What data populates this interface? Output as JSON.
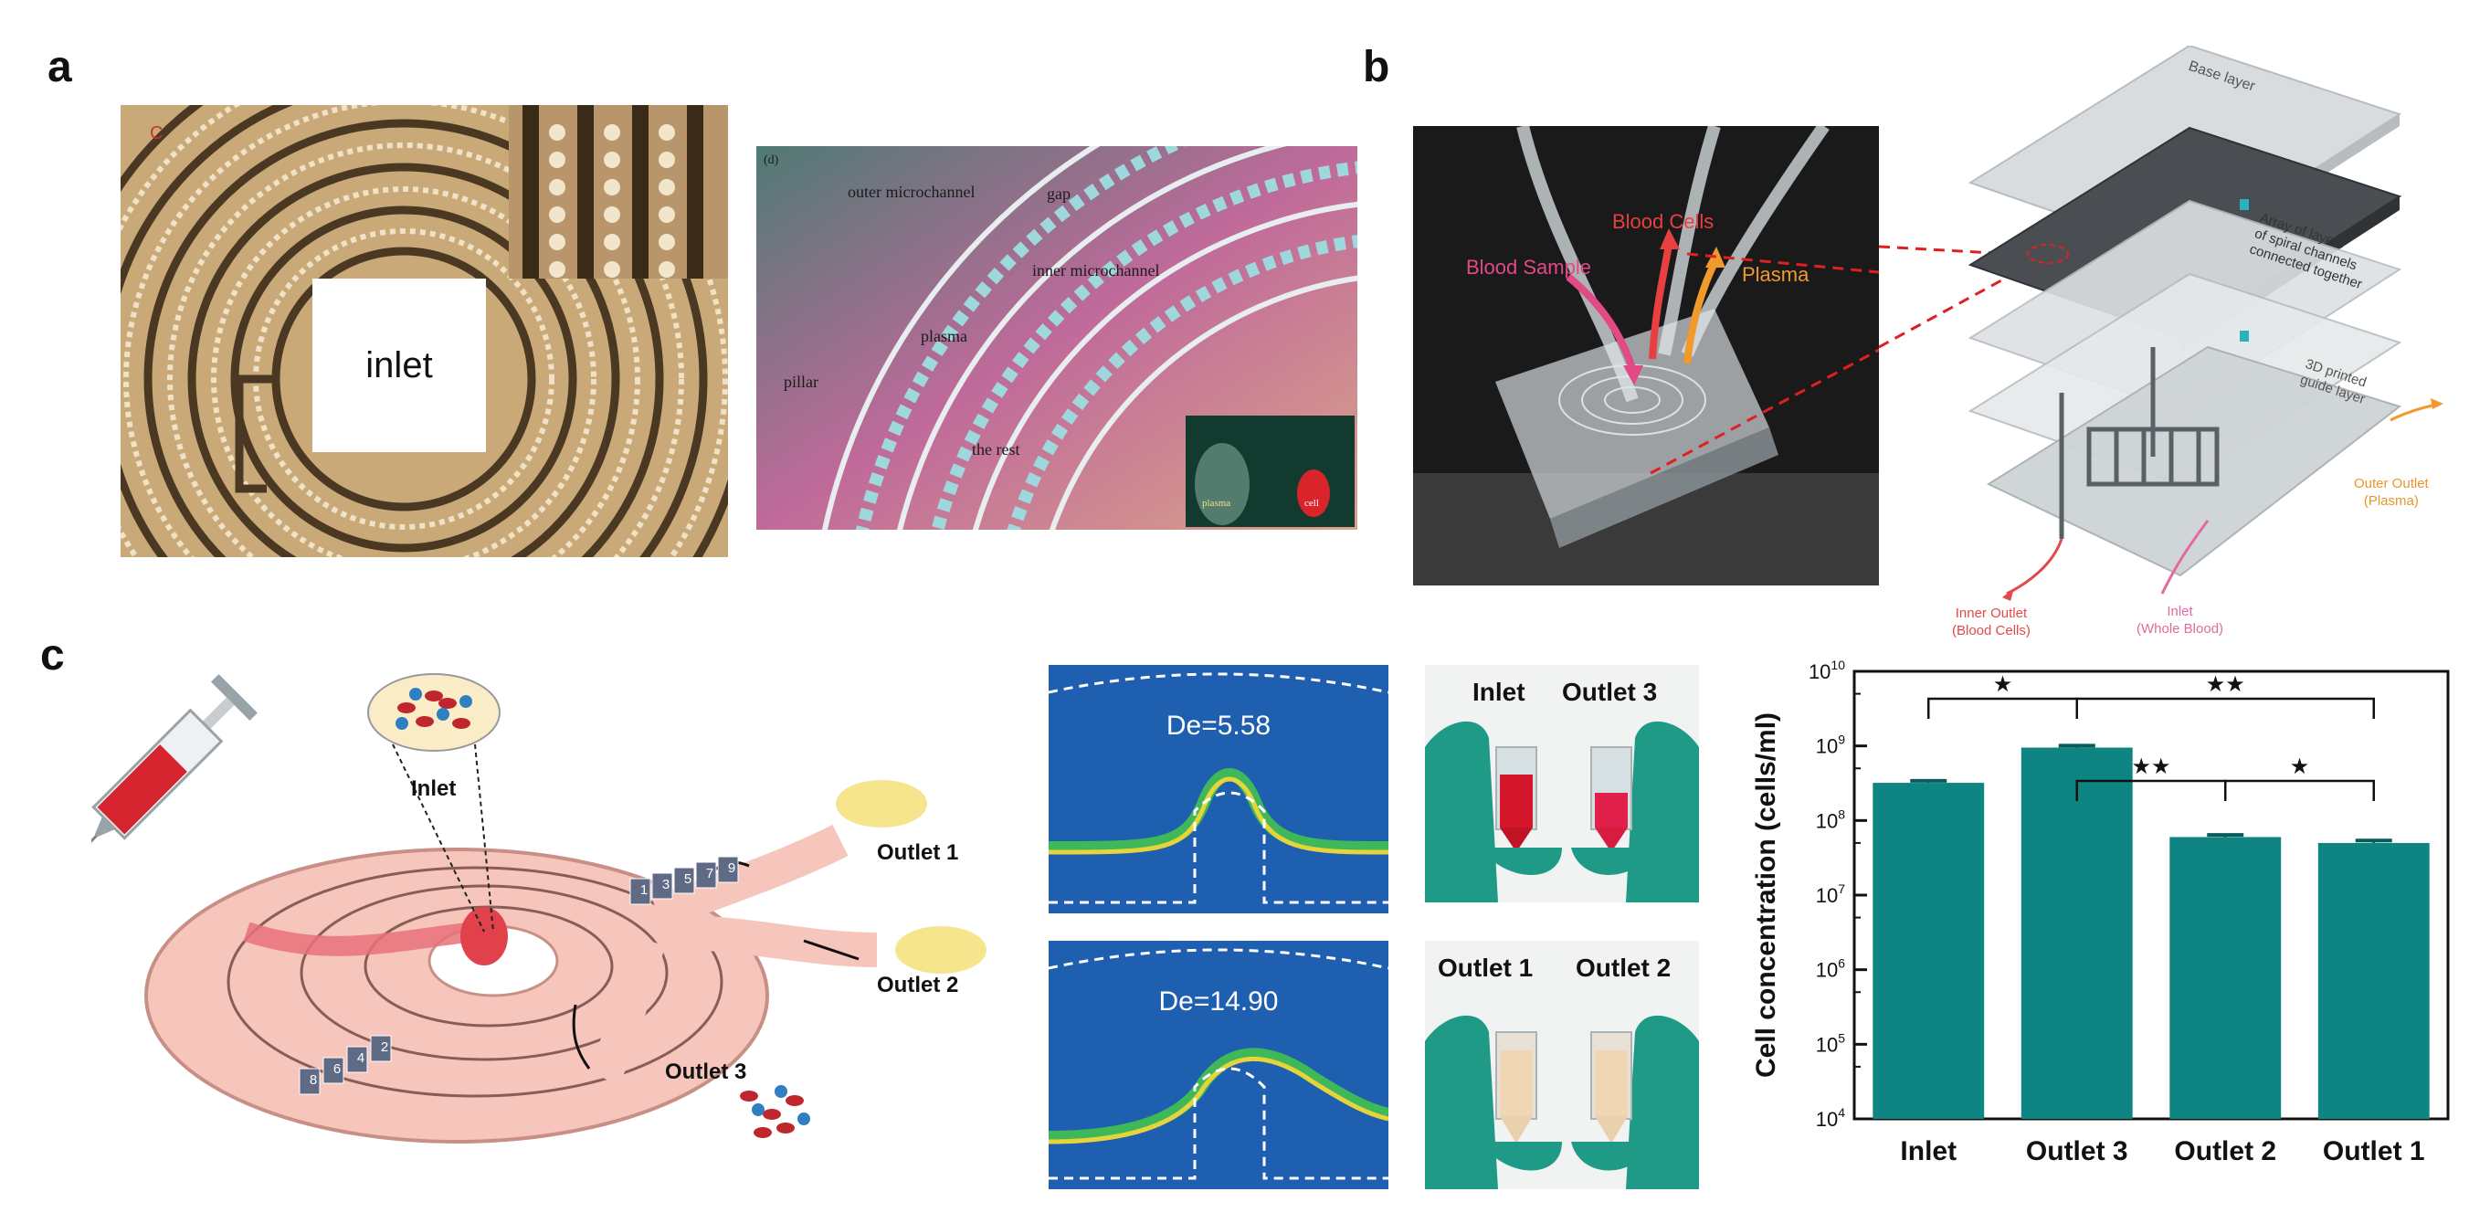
{
  "panels": {
    "a": {
      "letter": "a",
      "left_photo": {
        "center_label": "inlet",
        "corner_tag": "C"
      },
      "right_photo": {
        "corner_tag": "(d)",
        "labels": [
          "outer microchannel",
          "gap",
          "inner microchannel",
          "plasma",
          "pillar",
          "the rest"
        ],
        "inset_labels": [
          "plasma",
          "cell"
        ]
      }
    },
    "b": {
      "letter": "b",
      "photo_labels": {
        "blood_sample": "Blood Sample",
        "blood_cells": "Blood Cells",
        "plasma": "Plasma"
      },
      "exploded_labels": {
        "base_layer": "Base layer",
        "array_line1": "Array of layers",
        "array_line2": "of spiral channels",
        "array_line3": "connected together",
        "guide_line1": "3D printed",
        "guide_line2": "guide layer",
        "outer_line1": "Outer Outlet",
        "outer_line2": "(Plasma)",
        "inner_line1": "Inner Outlet",
        "inner_line2": "(Blood Cells)",
        "inlet_line1": "Inlet",
        "inlet_line2": "(Whole Blood)"
      }
    },
    "c": {
      "letter": "c",
      "schematic": {
        "inlet": "Inlet",
        "outlet1": "Outlet 1",
        "outlet2": "Outlet 2",
        "outlet3": "Outlet 3",
        "markers_top": [
          "1",
          "3",
          "5",
          "7",
          "9"
        ],
        "markers_bottom": [
          "8",
          "6",
          "4",
          "2"
        ]
      },
      "sim": {
        "top_label": "De=5.58",
        "bottom_label": "De=14.90"
      },
      "tubes": {
        "inlet": "Inlet",
        "outlet3": "Outlet 3",
        "outlet1": "Outlet 1",
        "outlet2": "Outlet 2"
      }
    }
  },
  "chart_data": {
    "type": "bar",
    "scale": "log",
    "categories": [
      "Inlet",
      "Outlet 3",
      "Outlet 2",
      "Outlet 1"
    ],
    "values": [
      320000000,
      950000000,
      60000000,
      50000000
    ],
    "errors": [
      20000000,
      60000000,
      4000000,
      4000000
    ],
    "ylabel": "Cell concentration (cells/ml)",
    "ylim": [
      10000,
      10000000000
    ],
    "ytick_labels": [
      "10",
      "10",
      "10",
      "10",
      "10",
      "10",
      "10"
    ],
    "ytick_exponents": [
      "4",
      "5",
      "6",
      "7",
      "8",
      "9",
      "10"
    ],
    "significance": [
      {
        "from": 0,
        "to": 1,
        "label": "★"
      },
      {
        "from": 1,
        "to": 3,
        "label": "★★"
      },
      {
        "from": 1,
        "to": 2,
        "label": "★★"
      },
      {
        "from": 2,
        "to": 3,
        "label": "★"
      }
    ],
    "bar_color": "#0e8583",
    "grid": false
  }
}
